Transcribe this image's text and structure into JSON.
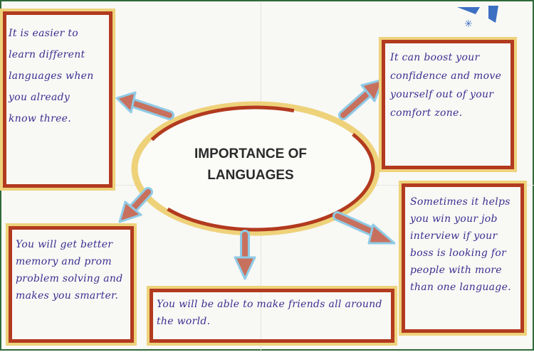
{
  "poster": {
    "title_line1": "IMPORTANCE OF",
    "title_line2": "LANGUAGES",
    "notes": {
      "top_left": "It is easier to learn different languages when you already know three.",
      "top_right": "It can boost your confidence and move yourself out of your comfort zone.",
      "bottom_left": "You will get better memory and prom problem solving and makes you smarter.",
      "bottom_center": "You will be able to make friends all around the world.",
      "bottom_right": "Sometimes it helps you win your job interview if your boss is looking for people with more than one language."
    }
  },
  "colors": {
    "border_red": "#b23a1f",
    "border_yellow": "#eed27a",
    "arrow_fill": "#c8705e",
    "arrow_outline": "#8fcbe6",
    "ink": "#3a2f8f"
  }
}
